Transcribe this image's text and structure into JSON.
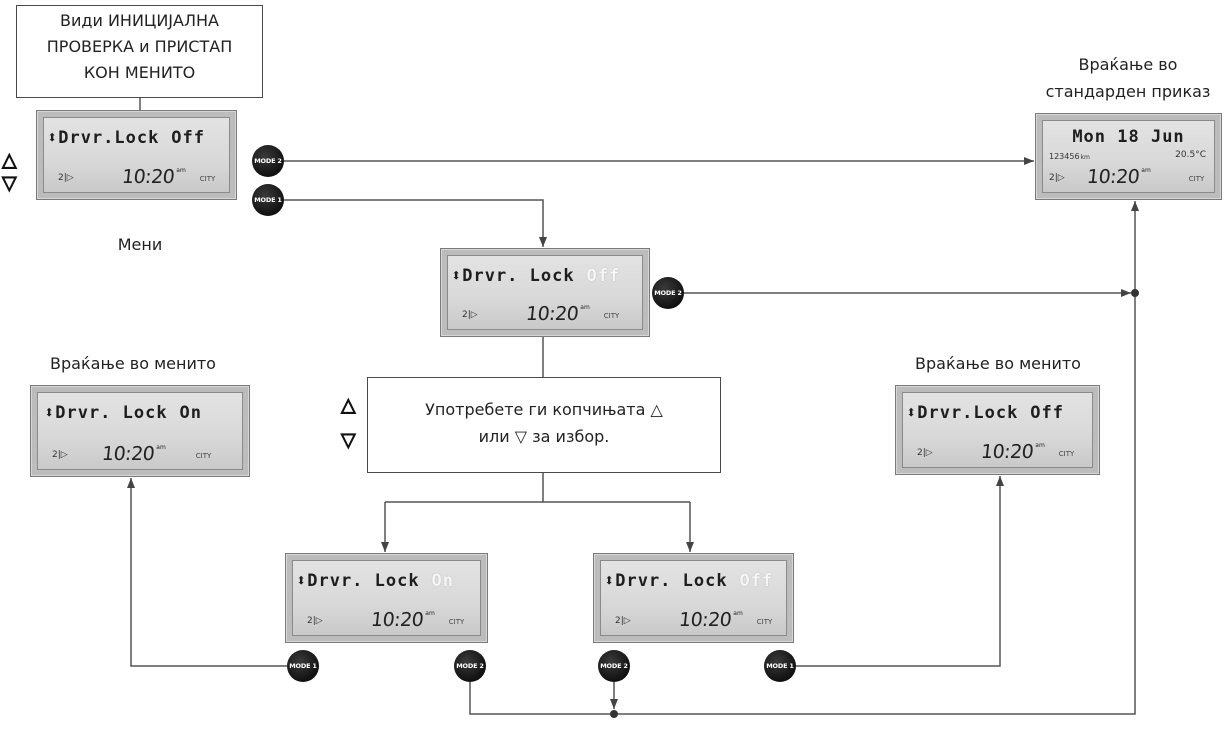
{
  "colors": {
    "line": "#555555",
    "button": "#111111",
    "lcd_frame": "#bcbcbc",
    "lcd_screen": "#d8d8d8",
    "lcd_text": "#1e1e1e"
  },
  "boxes": {
    "initial_check": [
      "Види ИНИЦИЈАЛНА",
      "ПРОВЕРКА и ПРИСТАП",
      "КОН МЕНИТО"
    ],
    "instruction": [
      "Употребете ги копчињата △",
      "или ▽ за избор."
    ]
  },
  "labels": {
    "menu": "Мени",
    "return_to_menu_left": "Враќање во менито",
    "return_to_menu_right": "Враќање во менито",
    "return_to_standard": [
      "Враќање во",
      "стандарден приказ"
    ]
  },
  "side_keys": {
    "up": "△",
    "down": "▽"
  },
  "displays": {
    "menu": {
      "label": "⬍Drvr.Lock",
      "value": "Off",
      "icon": "2|▷",
      "time": "10:20",
      "ampm": "am",
      "mode": "CITY"
    },
    "edit": {
      "label": "⬍Drvr. Lock",
      "value": "Off",
      "icon": "2|▷",
      "time": "10:20",
      "ampm": "am",
      "mode": "CITY"
    },
    "result_on": {
      "label": "⬍Drvr. Lock",
      "value": "On",
      "icon": "2|▷",
      "time": "10:20",
      "ampm": "am",
      "mode": "CITY"
    },
    "result_off": {
      "label": "⬍Drvr.Lock",
      "value": "Off",
      "icon": "2|▷",
      "time": "10:20",
      "ampm": "am",
      "mode": "CITY"
    },
    "option_on": {
      "label": "⬍Drvr. Lock",
      "value": "On",
      "icon": "2|▷",
      "time": "10:20",
      "ampm": "am",
      "mode": "CITY"
    },
    "option_off": {
      "label": "⬍Drvr. Lock",
      "value": "Off",
      "icon": "2|▷",
      "time": "10:20",
      "ampm": "am",
      "mode": "CITY"
    },
    "standard": {
      "date": "Mon 18 Jun",
      "odometer": "123456",
      "odometer_unit": "km",
      "temperature": "20.5°C",
      "icon": "2|▷",
      "time": "10:20",
      "ampm": "am",
      "mode": "CITY"
    }
  },
  "buttons": {
    "menu_exit": "MODE 2",
    "menu_enter": "MODE 1",
    "edit_exit": "MODE 2",
    "on_confirm": "MODE 1",
    "on_exit": "MODE 2",
    "off_exit": "MODE 2",
    "off_confirm": "MODE 1"
  }
}
